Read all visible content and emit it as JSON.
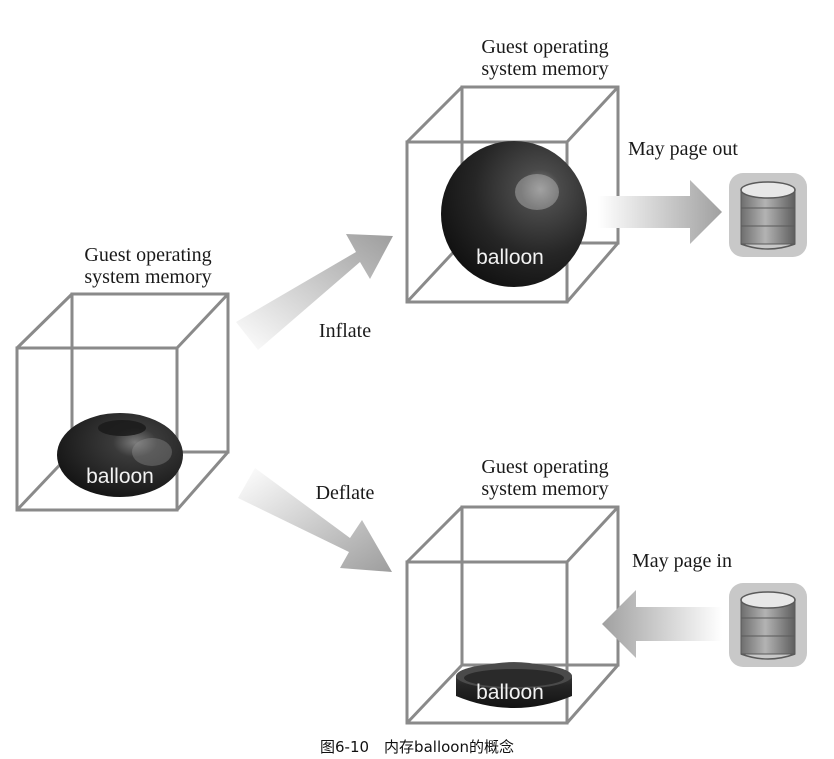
{
  "labels": {
    "left_memory": "Guest operating system memory",
    "top_memory": "Guest operating system memory",
    "bottom_memory": "Guest operating system memory",
    "inflate": "Inflate",
    "deflate": "Deflate",
    "may_page_out": "May page out",
    "may_page_in": "May page in"
  },
  "balloons": {
    "left": "balloon",
    "top": "balloon",
    "bottom": "balloon"
  },
  "caption": "图6-10　内存balloon的概念"
}
